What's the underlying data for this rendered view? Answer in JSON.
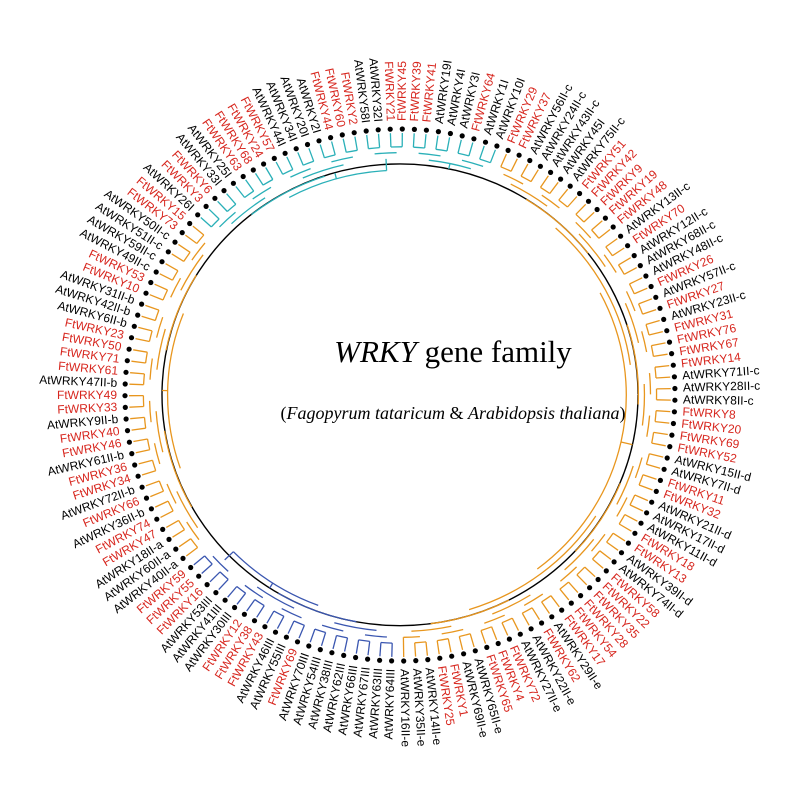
{
  "title": {
    "gene": "WRKY",
    "rest": " gene family"
  },
  "subtitle": {
    "open": "(",
    "species1": "Fagopyrum tataricum",
    "amp": " & ",
    "species2": "Arabidopsis thaliana",
    "close": ")"
  },
  "colors": {
    "ft_label": "#d7261e",
    "at_label": "#000000",
    "group_I": "#2ab0b8",
    "group_II": "#e8961e",
    "group_III": "#3a56b0",
    "root": "#000000"
  },
  "leaves": [
    {
      "label": "FtWRKY39",
      "group": "I"
    },
    {
      "label": "FtWRKY41",
      "group": "I"
    },
    {
      "label": "AtWRKY19I",
      "group": "I"
    },
    {
      "label": "AtWRKY4I",
      "group": "I"
    },
    {
      "label": "AtWRKY3I",
      "group": "I"
    },
    {
      "label": "FtWRKY64",
      "group": "I"
    },
    {
      "label": "AtWRKY1I",
      "group": "I"
    },
    {
      "label": "AtWRKY10I",
      "group": "I"
    },
    {
      "label": "FtWRKY29",
      "group": "II"
    },
    {
      "label": "FtWRKY37",
      "group": "II"
    },
    {
      "label": "AtWRKY56II-c",
      "group": "II"
    },
    {
      "label": "AtWRKY24II-c",
      "group": "II"
    },
    {
      "label": "AtWRKY43II-c",
      "group": "II"
    },
    {
      "label": "AtWRKY45I",
      "group": "II"
    },
    {
      "label": "AtWRKY75II-c",
      "group": "II"
    },
    {
      "label": "FtWRKY51",
      "group": "II"
    },
    {
      "label": "FtWRKY42",
      "group": "II"
    },
    {
      "label": "FtWRKY9",
      "group": "II"
    },
    {
      "label": "FtWRKY19",
      "group": "II"
    },
    {
      "label": "FtWRKY48",
      "group": "II"
    },
    {
      "label": "AtWRKY13II-c",
      "group": "II"
    },
    {
      "label": "FtWRKY70",
      "group": "II"
    },
    {
      "label": "AtWRKY12II-c",
      "group": "II"
    },
    {
      "label": "AtWRKY68II-c",
      "group": "II"
    },
    {
      "label": "AtWRKY48II-c",
      "group": "II"
    },
    {
      "label": "FtWRKY26",
      "group": "II"
    },
    {
      "label": "AtWRKY57II-c",
      "group": "II"
    },
    {
      "label": "FtWRKY27",
      "group": "II"
    },
    {
      "label": "AtWRKY23II-c",
      "group": "II"
    },
    {
      "label": "FtWRKY31",
      "group": "II"
    },
    {
      "label": "FtWRKY76",
      "group": "II"
    },
    {
      "label": "FtWRKY67",
      "group": "II"
    },
    {
      "label": "FtWRKY14",
      "group": "II"
    },
    {
      "label": "AtWRKY71II-c",
      "group": "II"
    },
    {
      "label": "AtWRKY28II-c",
      "group": "II"
    },
    {
      "label": "AtWRKY8II-c",
      "group": "II"
    },
    {
      "label": "FtWRKY8",
      "group": "II"
    },
    {
      "label": "FtWRKY20",
      "group": "II"
    },
    {
      "label": "FtWRKY69",
      "group": "II"
    },
    {
      "label": "FtWRKY52",
      "group": "II"
    },
    {
      "label": "AtWRKY15II-d",
      "group": "II"
    },
    {
      "label": "AtWRKY7II-d",
      "group": "II"
    },
    {
      "label": "FtWRKY11",
      "group": "II"
    },
    {
      "label": "FtWRKY32",
      "group": "II"
    },
    {
      "label": "AtWRKY21II-d",
      "group": "II"
    },
    {
      "label": "AtWRKY17II-d",
      "group": "II"
    },
    {
      "label": "AtWRKY11II-d",
      "group": "II"
    },
    {
      "label": "FtWRKY18",
      "group": "II"
    },
    {
      "label": "FtWRKY13",
      "group": "II"
    },
    {
      "label": "AtWRKY39II-d",
      "group": "II"
    },
    {
      "label": "AtWRKY74II-d",
      "group": "II"
    },
    {
      "label": "FtWRKY58",
      "group": "II"
    },
    {
      "label": "FtWRKY22",
      "group": "II"
    },
    {
      "label": "FtWRKY35",
      "group": "II"
    },
    {
      "label": "FtWRKY28",
      "group": "II"
    },
    {
      "label": "FtWRKY54",
      "group": "II"
    },
    {
      "label": "FtWRKY17",
      "group": "II"
    },
    {
      "label": "AtWRKY29II-e",
      "group": "II"
    },
    {
      "label": "FtWRKY62",
      "group": "II"
    },
    {
      "label": "AtWRKY22II-e",
      "group": "II"
    },
    {
      "label": "AtWRKY27II-e",
      "group": "II"
    },
    {
      "label": "FtWRKY72",
      "group": "II"
    },
    {
      "label": "FtWRKY4",
      "group": "II"
    },
    {
      "label": "FtWRKY65",
      "group": "II"
    },
    {
      "label": "AtWRKY65II-e",
      "group": "II"
    },
    {
      "label": "AtWRKY69II-e",
      "group": "II"
    },
    {
      "label": "FtWRKY1",
      "group": "II"
    },
    {
      "label": "FtWRKY25",
      "group": "II"
    },
    {
      "label": "AtWRKY14II-e",
      "group": "II"
    },
    {
      "label": "AtWRKY35II-e",
      "group": "II"
    },
    {
      "label": "AtWRKY16II-e",
      "group": "II"
    },
    {
      "label": "AtWRKY64III",
      "group": "III"
    },
    {
      "label": "AtWRKY63III",
      "group": "III"
    },
    {
      "label": "AtWRKY67III",
      "group": "III"
    },
    {
      "label": "AtWRKY66III",
      "group": "III"
    },
    {
      "label": "AtWRKY62III",
      "group": "III"
    },
    {
      "label": "AtWRKY38III",
      "group": "III"
    },
    {
      "label": "AtWRKY54III",
      "group": "III"
    },
    {
      "label": "AtWRKY70III",
      "group": "III"
    },
    {
      "label": "FtWRKY69",
      "group": "III"
    },
    {
      "label": "AtWRKY55III",
      "group": "III"
    },
    {
      "label": "AtWRKY46III",
      "group": "III"
    },
    {
      "label": "FtWRKY43",
      "group": "III"
    },
    {
      "label": "FtWRKY38",
      "group": "III"
    },
    {
      "label": "FtWRKY12",
      "group": "III"
    },
    {
      "label": "AtWRKY30III",
      "group": "III"
    },
    {
      "label": "AtWRKY41III",
      "group": "III"
    },
    {
      "label": "AtWRKY53III",
      "group": "III"
    },
    {
      "label": "FtWRKY16",
      "group": "III"
    },
    {
      "label": "FtWRKY55",
      "group": "III"
    },
    {
      "label": "FtWRKY59",
      "group": "III"
    },
    {
      "label": "AtWRKY40II-a",
      "group": "II"
    },
    {
      "label": "AtWRKY60II-a",
      "group": "II"
    },
    {
      "label": "AtWRKY18II-a",
      "group": "II"
    },
    {
      "label": "FtWRKY47",
      "group": "II"
    },
    {
      "label": "FtWRKY74",
      "group": "II"
    },
    {
      "label": "AtWRKY36II-b",
      "group": "II"
    },
    {
      "label": "FtWRKY66",
      "group": "II"
    },
    {
      "label": "AtWRKY72II-b",
      "group": "II"
    },
    {
      "label": "FtWRKY34",
      "group": "II"
    },
    {
      "label": "FtWRKY36",
      "group": "II"
    },
    {
      "label": "AtWRKY61II-b",
      "group": "II"
    },
    {
      "label": "FtWRKY46",
      "group": "II"
    },
    {
      "label": "FtWRKY40",
      "group": "II"
    },
    {
      "label": "AtWRKY9II-b",
      "group": "II"
    },
    {
      "label": "FtWRKY33",
      "group": "II"
    },
    {
      "label": "FtWRKY49",
      "group": "II"
    },
    {
      "label": "AtWRKY47II-b",
      "group": "II"
    },
    {
      "label": "FtWRKY61",
      "group": "II"
    },
    {
      "label": "FtWRKY71",
      "group": "II"
    },
    {
      "label": "FtWRKY50",
      "group": "II"
    },
    {
      "label": "FtWRKY23",
      "group": "II"
    },
    {
      "label": "AtWRKY6II-b",
      "group": "II"
    },
    {
      "label": "AtWRKY42II-b",
      "group": "II"
    },
    {
      "label": "AtWRKY31II-b",
      "group": "II"
    },
    {
      "label": "FtWRKY10",
      "group": "II"
    },
    {
      "label": "FtWRKY53",
      "group": "II"
    },
    {
      "label": "AtWRKY49II-c",
      "group": "II"
    },
    {
      "label": "AtWRKY59II-c",
      "group": "II"
    },
    {
      "label": "AtWRKY51II-c",
      "group": "II"
    },
    {
      "label": "AtWRKY50II-c",
      "group": "II"
    },
    {
      "label": "FtWRKY73",
      "group": "II"
    },
    {
      "label": "FtWRKY15",
      "group": "II"
    },
    {
      "label": "AtWRKY26I",
      "group": "I"
    },
    {
      "label": "FtWRKY3",
      "group": "I"
    },
    {
      "label": "FtWRKY6",
      "group": "I"
    },
    {
      "label": "AtWRKY33I",
      "group": "I"
    },
    {
      "label": "AtWRKY25I",
      "group": "I"
    },
    {
      "label": "FtWRKY63",
      "group": "I"
    },
    {
      "label": "FtWRKY68",
      "group": "I"
    },
    {
      "label": "FtWRKY24",
      "group": "I"
    },
    {
      "label": "FtWRKY57",
      "group": "I"
    },
    {
      "label": "AtWRKY44I",
      "group": "I"
    },
    {
      "label": "AtWRKY34I",
      "group": "I"
    },
    {
      "label": "AtWRKY20I",
      "group": "I"
    },
    {
      "label": "AtWRKY2I",
      "group": "I"
    },
    {
      "label": "FtWRKY44",
      "group": "I"
    },
    {
      "label": "FtWRKY60",
      "group": "I"
    },
    {
      "label": "FtWRKY2",
      "group": "I"
    },
    {
      "label": "AtWRKY58I",
      "group": "I"
    },
    {
      "label": "AtWRKY32I",
      "group": "I"
    },
    {
      "label": "FtWRKY21",
      "group": "I"
    },
    {
      "label": "FtWRKY45",
      "group": "I"
    }
  ]
}
